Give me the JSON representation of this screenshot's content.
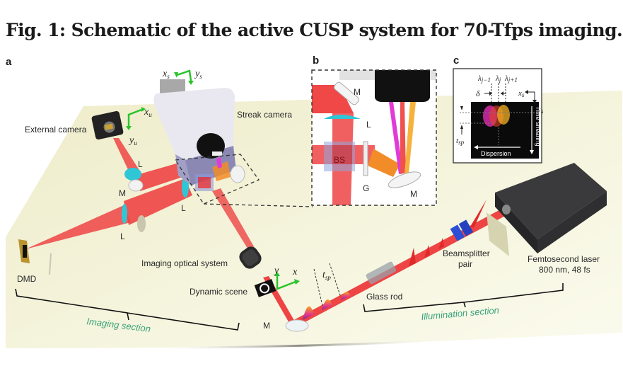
{
  "figure": {
    "title": "Fig. 1: Schematic of the active CUSP system for 70-Tfps imaging.",
    "panels": {
      "a": "a",
      "b": "b",
      "c": "c"
    },
    "colors": {
      "table": "#f3f1d8",
      "beam": "#ee3b3b",
      "lens": "#2fc6d6",
      "axis_arrow": "#28c42a",
      "section_label": "#3aa37a",
      "laser_body": "#2f2f31",
      "streak_camera_body": "#c9c8dd",
      "beamsplitter": "#2d4fd6"
    }
  },
  "panel_a": {
    "labels": {
      "external_camera": "External camera",
      "streak_camera": "Streak camera",
      "lens": "L",
      "mirror": "M",
      "dmd": "DMD",
      "imaging_optical_system": "Imaging optical system",
      "dynamic_scene": "Dynamic scene",
      "glass_rod": "Glass rod",
      "beamsplitter_pair_line1": "Beamsplitter",
      "beamsplitter_pair_line2": "pair",
      "laser_line1": "Femtosecond laser",
      "laser_line2": "800 nm, 48 fs",
      "imaging_section": "Imaging section",
      "illumination_section": "Illumination section"
    },
    "axes": {
      "xs": "x",
      "xs_sub": "s",
      "ys": "y",
      "ys_sub": "s",
      "xu": "x",
      "xu_sub": "u",
      "yu": "y",
      "yu_sub": "u",
      "x": "x",
      "y": "y",
      "tsp": "t",
      "tsp_sub": "sp"
    }
  },
  "panel_b": {
    "labels": {
      "mirror_top": "M",
      "lens": "L",
      "beamsplitter": "BS",
      "grating": "G",
      "mirror_bottom": "M"
    }
  },
  "panel_c": {
    "labels": {
      "lambda_prev": "λ",
      "lambda_prev_sub": "j−1",
      "lambda": "λ",
      "lambda_sub": "j",
      "lambda_next": "λ",
      "lambda_next_sub": "j+1",
      "delta": "δ",
      "xs": "x",
      "xs_sub": "s",
      "ys": "y",
      "ys_sub": "s",
      "tsp": "t",
      "tsp_sub": "sp",
      "time_shearing": "Time shearing",
      "dispersion": "Dispersion"
    }
  }
}
